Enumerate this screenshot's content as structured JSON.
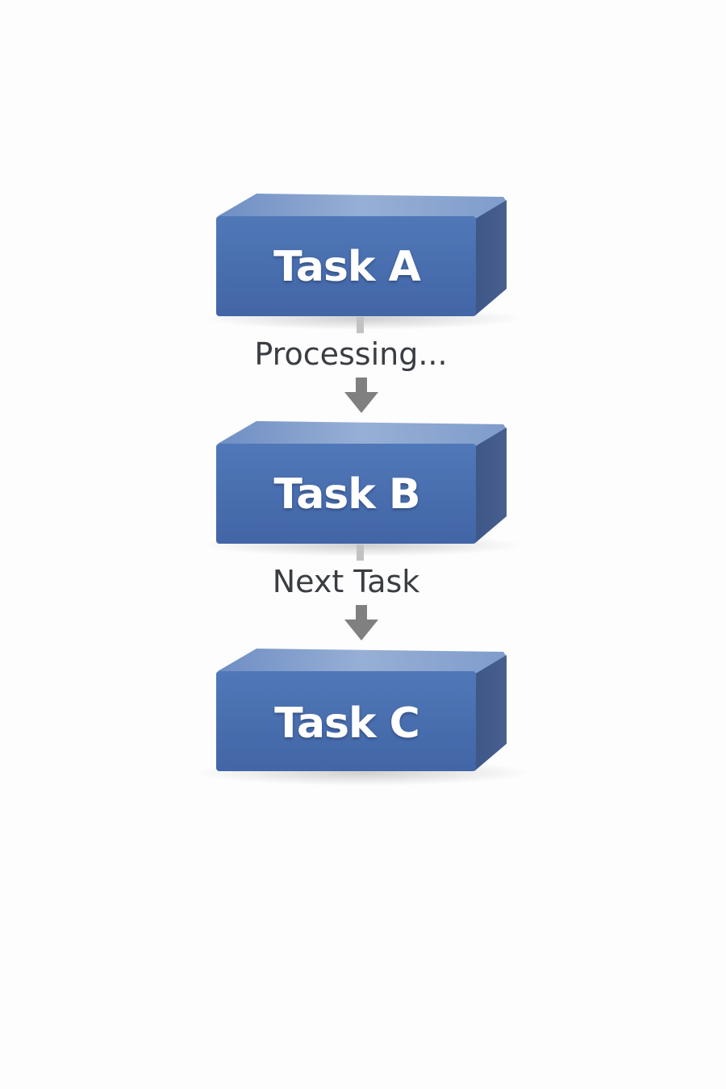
{
  "diagram": {
    "blocks": [
      {
        "id": "a",
        "label": "Task A"
      },
      {
        "id": "b",
        "label": "Task B"
      },
      {
        "id": "c",
        "label": "Task C"
      }
    ],
    "connectors": [
      {
        "from": "a",
        "to": "b",
        "label": "Processing..."
      },
      {
        "from": "b",
        "to": "c",
        "label": "Next Task"
      }
    ],
    "colors": {
      "block_front": "#4a6fb0",
      "block_top": "#7f9dcc",
      "block_side": "#3f5989",
      "arrow": "#808080",
      "stem": "#c2c2c2",
      "label_text": "#3a3d42",
      "block_text": "#ffffff"
    }
  }
}
